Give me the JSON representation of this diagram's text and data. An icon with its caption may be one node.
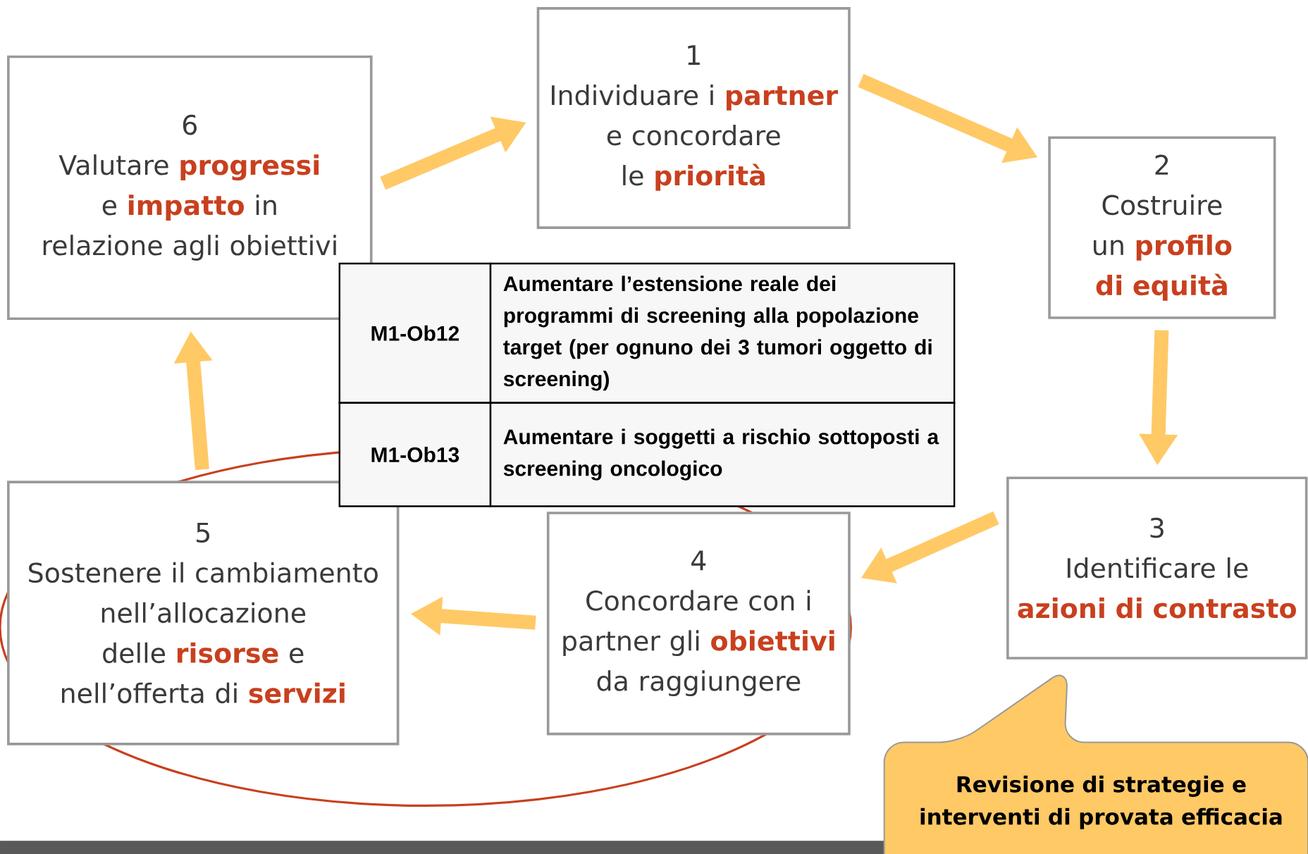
{
  "diagram": {
    "nodes": [
      {
        "text": [
          "1",
          "Individuare i **partner** e concordare le **priorità**"
        ]
      },
      {
        "text": [
          "2",
          "Costruire un **profilo di equità**"
        ]
      },
      {
        "text": [
          "3",
          "Identificare le **azioni di contrasto**"
        ]
      },
      {
        "text": [
          "4",
          "Concordare con i partner gli **obiettivi** da raggiungere"
        ]
      },
      {
        "text": [
          "5",
          "Sostenere il cambiamento nell’allocazione delle **risorse** e nell’offerta di **servizi**"
        ]
      },
      {
        "text": [
          "6",
          "Valutare **progressi** e **impatto** in relazione agli obiettivi"
        ]
      },
      {
        "text": [
          "Revisione di strategie e interventi di provata efficacia"
        ]
      }
    ],
    "edges": [
      {
        "from": 0,
        "to": 1,
        "arrow": "to"
      },
      {
        "from": 1,
        "to": 2,
        "arrow": "to"
      },
      {
        "from": 2,
        "to": 3,
        "arrow": "to"
      },
      {
        "from": 3,
        "to": 4,
        "arrow": "to"
      },
      {
        "from": 4,
        "to": 5,
        "arrow": "to"
      },
      {
        "from": 5,
        "to": 0,
        "arrow": "to"
      }
    ],
    "labels": [
      "M1-Ob12",
      "Aumentare l’estensione reale dei programmi di screening alla popolazione target (per ognuno dei 3 tumori oggetto di screening)",
      "M1-Ob13",
      "Aumentare i soggetti a rischio sottoposti a screening oncologico"
    ]
  }
}
